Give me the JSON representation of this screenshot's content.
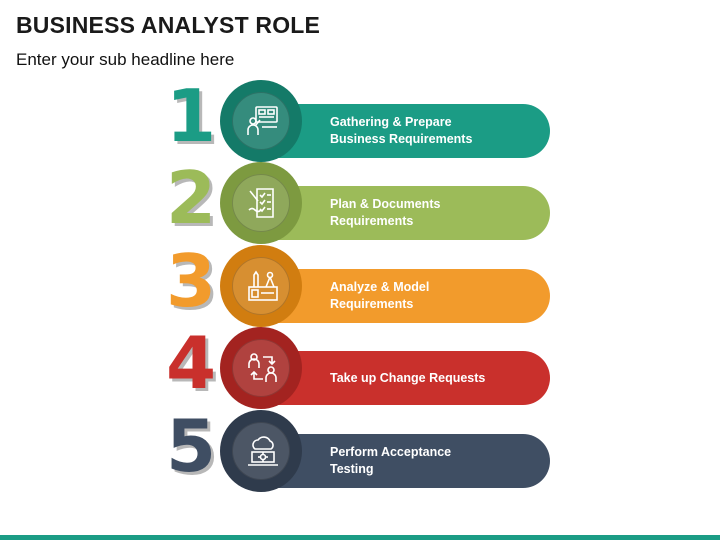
{
  "header": {
    "title": "BUSINESS ANALYST ROLE",
    "subtitle": "Enter your sub headline here"
  },
  "steps": [
    {
      "number": "1",
      "label": "Gathering & Prepare\nBusiness Requirements",
      "color": "#1b9c85",
      "dark": "#147a68",
      "icon": "presentation-board-icon"
    },
    {
      "number": "2",
      "label": "Plan & Documents\nRequirements",
      "color": "#9cbb59",
      "dark": "#7d9a40",
      "icon": "document-checklist-icon"
    },
    {
      "number": "3",
      "label": "Analyze & Model\nRequirements",
      "color": "#f29b2c",
      "dark": "#d17d10",
      "icon": "model-tools-icon"
    },
    {
      "number": "4",
      "label": "Take up Change Requests",
      "color": "#c9302c",
      "dark": "#a32320",
      "icon": "exchange-people-icon"
    },
    {
      "number": "5",
      "label": "Perform Acceptance\nTesting",
      "color": "#3f4e63",
      "dark": "#2f3b4c",
      "icon": "cloud-laptop-settings-icon"
    }
  ],
  "footer": {
    "color": "#1b9c85"
  }
}
